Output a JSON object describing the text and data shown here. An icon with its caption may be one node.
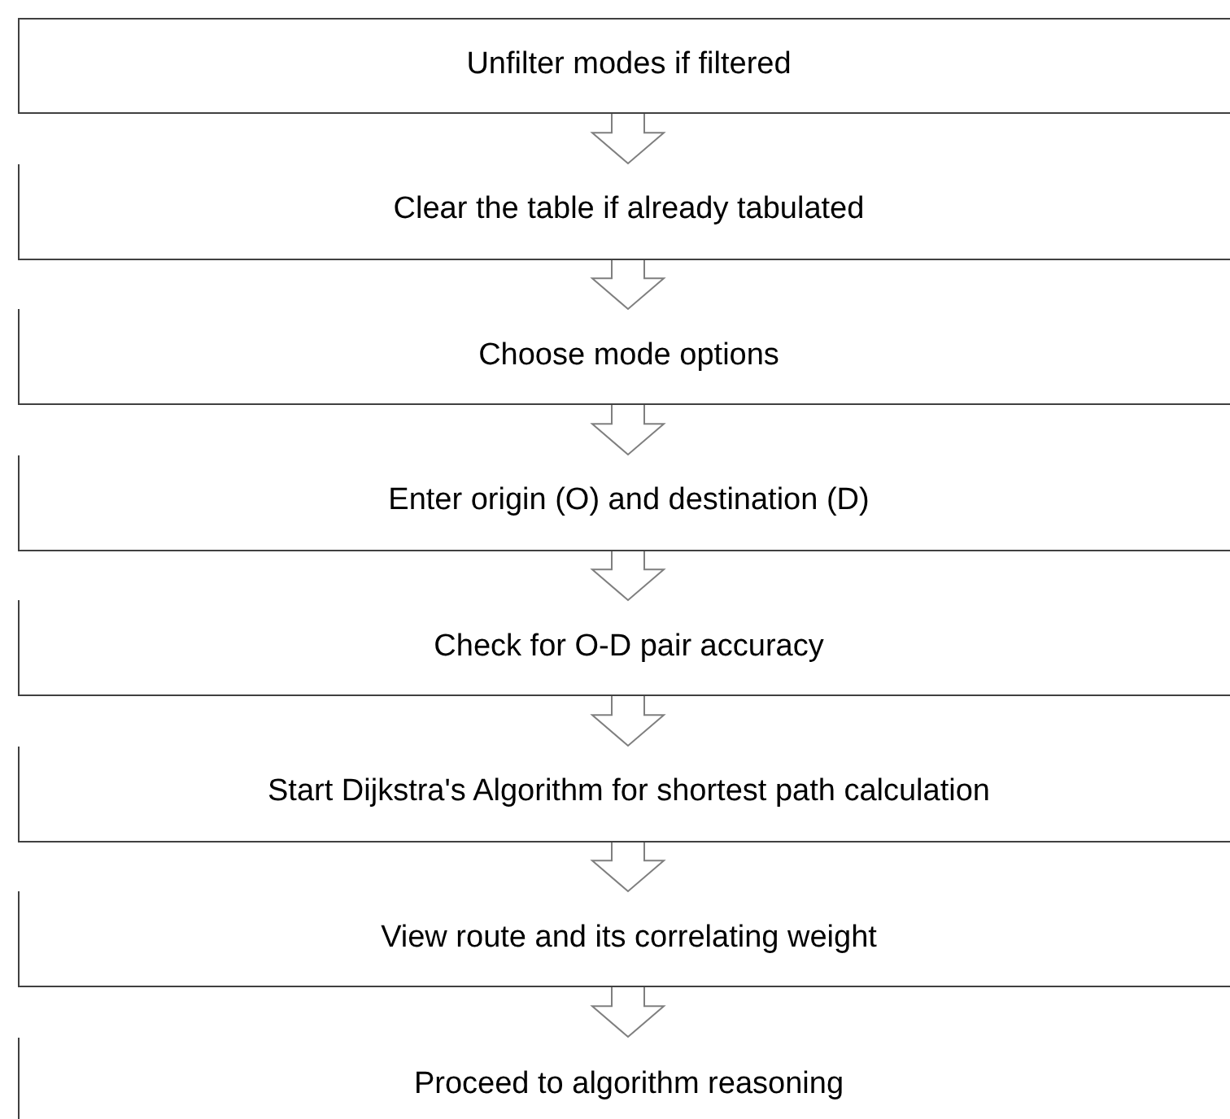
{
  "diagram": {
    "nodes": [
      {
        "text": [
          "Unfilter modes if filtered"
        ]
      },
      {
        "text": [
          "Clear the table if already tabulated"
        ]
      },
      {
        "text": [
          "Choose mode options"
        ]
      },
      {
        "text": [
          "Enter origin (O) and destination (D)"
        ]
      },
      {
        "text": [
          "Check for O-D pair accuracy"
        ]
      },
      {
        "text": [
          "Start Dijkstra's Algorithm for shortest path calculation"
        ]
      },
      {
        "text": [
          "View route and its correlating weight"
        ]
      },
      {
        "text": [
          "Proceed to algorithm reasoning"
        ]
      }
    ],
    "edges": [
      {
        "from": 0,
        "to": 1,
        "arrow": "to"
      },
      {
        "from": 1,
        "to": 2,
        "arrow": "to"
      },
      {
        "from": 2,
        "to": 3,
        "arrow": "to"
      },
      {
        "from": 3,
        "to": 4,
        "arrow": "to"
      },
      {
        "from": 4,
        "to": 5,
        "arrow": "to"
      },
      {
        "from": 5,
        "to": 6,
        "arrow": "to"
      },
      {
        "from": 6,
        "to": 7,
        "arrow": "to"
      }
    ]
  }
}
